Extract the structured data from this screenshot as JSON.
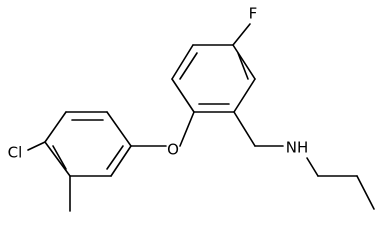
{
  "molecule": {
    "atoms": {
      "fluorine": "F",
      "chlorine": "Cl",
      "oxygen": "O",
      "amine": "NH"
    }
  },
  "colors": {
    "bond": "#000000",
    "label": "#000000",
    "background": "#ffffff"
  }
}
